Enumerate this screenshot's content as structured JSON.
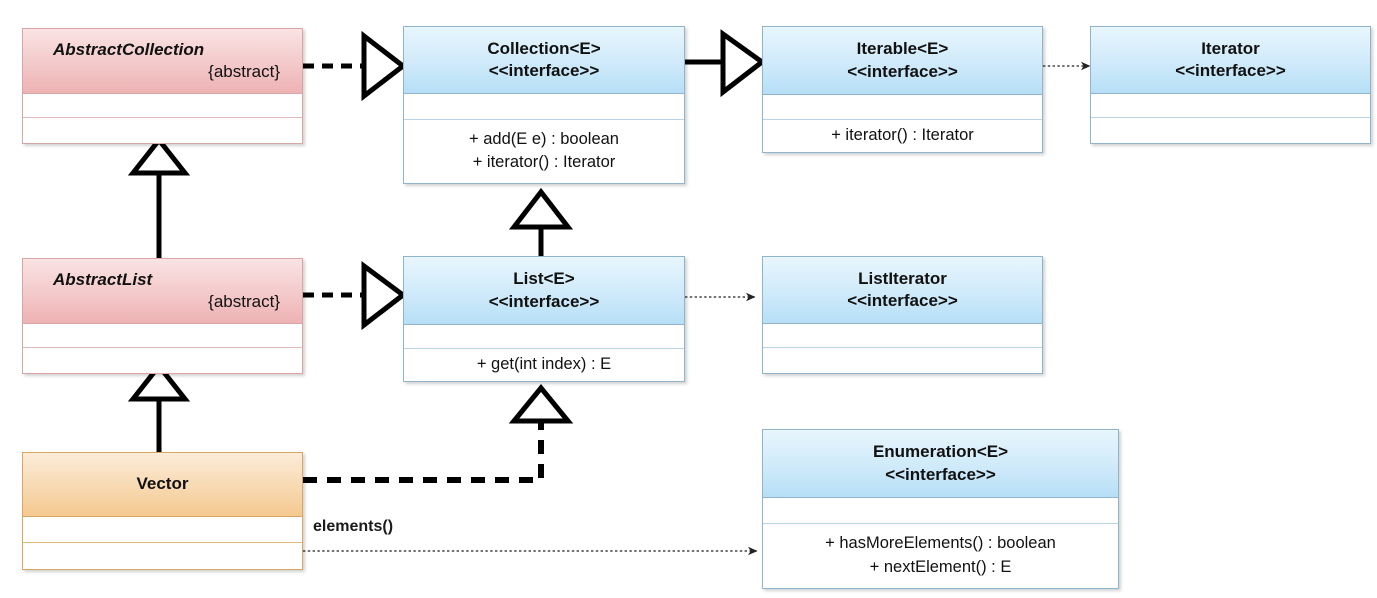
{
  "diagram": {
    "title": "Java Collections UML class diagram",
    "type": "uml-class-diagram",
    "colors": {
      "abstract_class_fill": "#f3c9ca",
      "interface_fill": "#cfeafa",
      "concrete_class_fill": "#f8d9b2",
      "line": "#000000",
      "dotted_line": "#555555",
      "background": "#ffffff"
    }
  },
  "classes": [
    {
      "id": "abstract-collection",
      "name": "AbstractCollection",
      "stereotype": "{abstract}",
      "kind": "abstract-class",
      "attributes": [],
      "operations": []
    },
    {
      "id": "collection",
      "name": "Collection<E>",
      "stereotype": "<<interface>>",
      "kind": "interface",
      "attributes": [],
      "operations": [
        "+ add(E e) : boolean",
        "+ iterator() : Iterator"
      ]
    },
    {
      "id": "iterable",
      "name": "Iterable<E>",
      "stereotype": "<<interface>>",
      "kind": "interface",
      "attributes": [],
      "operations": [
        "+ iterator() : Iterator"
      ]
    },
    {
      "id": "iterator",
      "name": "Iterator",
      "stereotype": "<<interface>>",
      "kind": "interface",
      "attributes": [],
      "operations": []
    },
    {
      "id": "abstract-list",
      "name": "AbstractList",
      "stereotype": "{abstract}",
      "kind": "abstract-class",
      "attributes": [],
      "operations": []
    },
    {
      "id": "list",
      "name": "List<E>",
      "stereotype": "<<interface>>",
      "kind": "interface",
      "attributes": [],
      "operations": [
        "+ get(int index) : E"
      ]
    },
    {
      "id": "list-iterator",
      "name": "ListIterator",
      "stereotype": "<<interface>>",
      "kind": "interface",
      "attributes": [],
      "operations": []
    },
    {
      "id": "vector",
      "name": "Vector",
      "stereotype": "",
      "kind": "class",
      "attributes": [],
      "operations": []
    },
    {
      "id": "enumeration",
      "name": "Enumeration<E>",
      "stereotype": "<<interface>>",
      "kind": "interface",
      "attributes": [],
      "operations": [
        "+ hasMoreElements() : boolean",
        "+ nextElement() : E"
      ]
    }
  ],
  "relationships": [
    {
      "id": "rel-1",
      "from": "abstract-collection",
      "to": "collection",
      "type": "realization",
      "style": "dashed-hollow-triangle",
      "label": ""
    },
    {
      "id": "rel-2",
      "from": "collection",
      "to": "iterable",
      "type": "generalization",
      "style": "solid-hollow-triangle",
      "label": ""
    },
    {
      "id": "rel-3",
      "from": "iterable",
      "to": "iterator",
      "type": "dependency",
      "style": "dotted-open-arrow",
      "label": ""
    },
    {
      "id": "rel-4",
      "from": "abstract-list",
      "to": "abstract-collection",
      "type": "generalization",
      "style": "solid-hollow-triangle",
      "label": ""
    },
    {
      "id": "rel-5",
      "from": "abstract-list",
      "to": "list",
      "type": "realization",
      "style": "dashed-hollow-triangle",
      "label": ""
    },
    {
      "id": "rel-6",
      "from": "list",
      "to": "collection",
      "type": "generalization",
      "style": "solid-hollow-triangle",
      "label": ""
    },
    {
      "id": "rel-7",
      "from": "list",
      "to": "list-iterator",
      "type": "dependency",
      "style": "dotted-open-arrow",
      "label": ""
    },
    {
      "id": "rel-8",
      "from": "vector",
      "to": "abstract-list",
      "type": "generalization",
      "style": "solid-hollow-triangle",
      "label": ""
    },
    {
      "id": "rel-9",
      "from": "vector",
      "to": "list",
      "type": "realization",
      "style": "dashed-hollow-triangle",
      "label": ""
    },
    {
      "id": "rel-10",
      "from": "vector",
      "to": "enumeration",
      "type": "dependency",
      "style": "dotted-open-arrow",
      "label": "elements()"
    }
  ],
  "edge_labels": {
    "elements": "elements()"
  }
}
